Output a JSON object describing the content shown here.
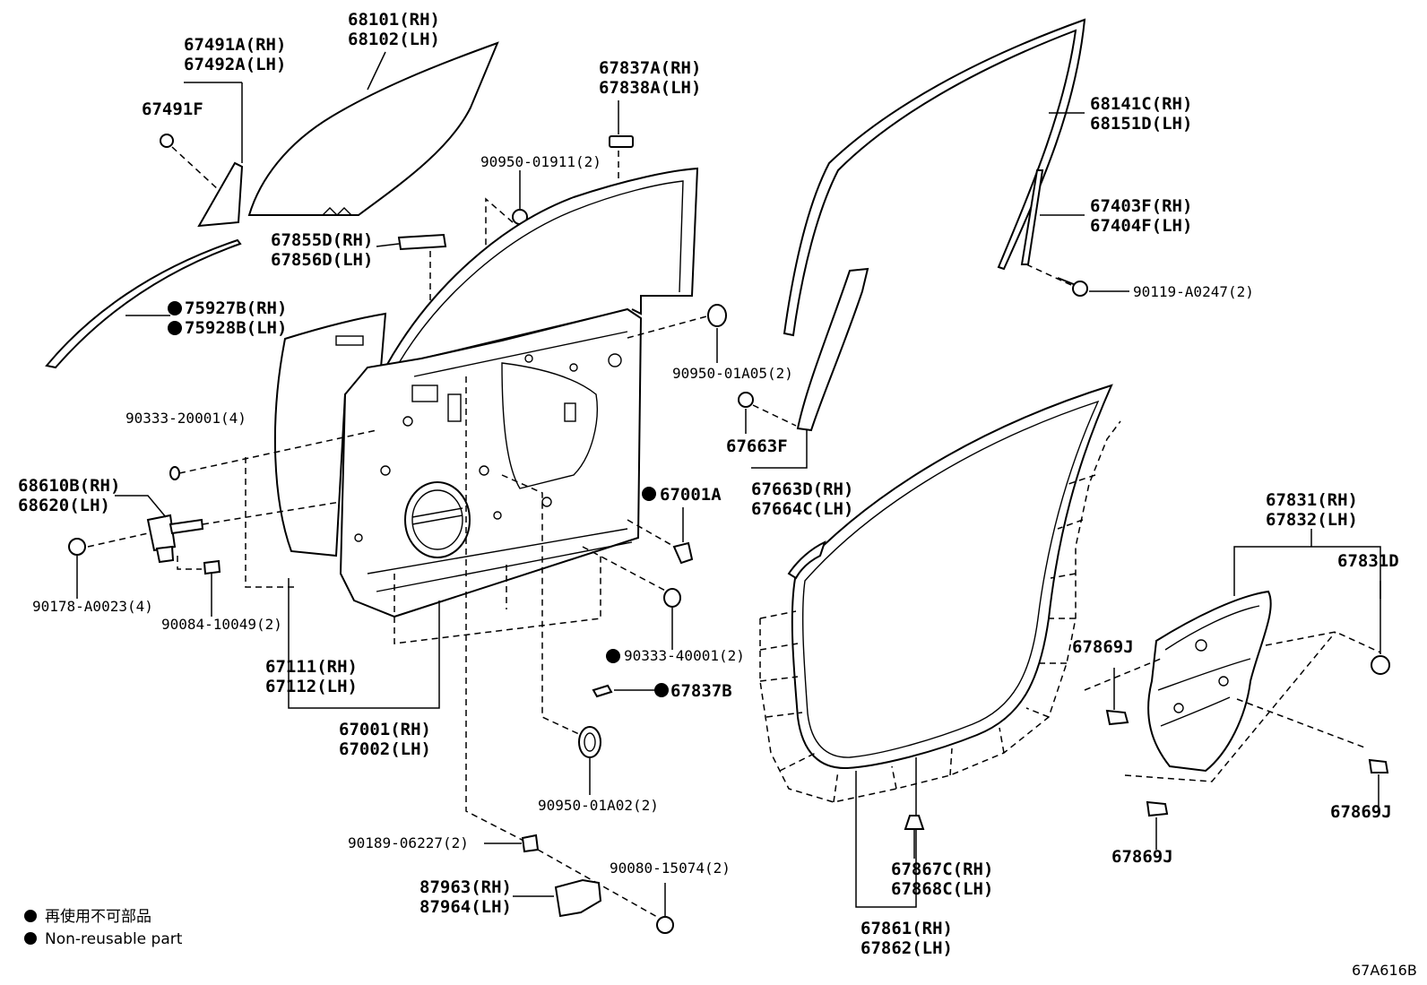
{
  "labels": {
    "p68101": "68101(RH)",
    "p68102": "68102(LH)",
    "p67491A": "67491A(RH)",
    "p67492A": "67492A(LH)",
    "p67491F": "67491F",
    "p67837A": "67837A(RH)",
    "p67838A": "67838A(LH)",
    "p90950_01911": "90950-01911(2)",
    "p67855D": "67855D(RH)",
    "p67856D": "67856D(LH)",
    "p75927B": "75927B(RH)",
    "p75928B": "75928B(LH)",
    "p68141C": "68141C(RH)",
    "p68151D": "68151D(LH)",
    "p67403F": "67403F(RH)",
    "p67404F": "67404F(LH)",
    "p90119": "90119-A0247(2)",
    "p90950_01A05": "90950-01A05(2)",
    "p90333_20001": "90333-20001(4)",
    "p67663F": "67663F",
    "p67663D": "67663D(RH)",
    "p67664C": "67664C(LH)",
    "p67001A": "67001A",
    "p68610B": "68610B(RH)",
    "p68620": "68620(LH)",
    "p90178": "90178-A0023(4)",
    "p90084": "90084-10049(2)",
    "p67111": "67111(RH)",
    "p67112": "67112(LH)",
    "p90333_40001": "90333-40001(2)",
    "p67837B": "67837B",
    "p67001": "67001(RH)",
    "p67002": "67002(LH)",
    "p90950_01A02": "90950-01A02(2)",
    "p90189": "90189-06227(2)",
    "p90080": "90080-15074(2)",
    "p87963": "87963(RH)",
    "p87964": "87964(LH)",
    "p67831": "67831(RH)",
    "p67832": "67832(LH)",
    "p67831D": "67831D",
    "p67869J_a": "67869J",
    "p67869J_b": "67869J",
    "p67869J_c": "67869J",
    "p67867C": "67867C(RH)",
    "p67868C": "67868C(LH)",
    "p67861": "67861(RH)",
    "p67862": "67862(LH)"
  },
  "legend": {
    "jp": "再使用不可部品",
    "en": "Non-reusable part"
  },
  "ref_code": "67A616B",
  "non_reusable_marker": "black-dot-icon"
}
